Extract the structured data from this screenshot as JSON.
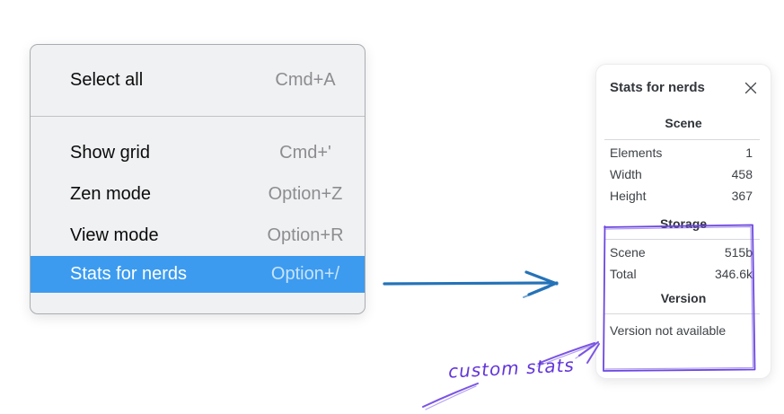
{
  "context_menu": {
    "items": [
      {
        "label": "Select all",
        "shortcut": "Cmd+A",
        "selected": false
      },
      {
        "label": "Show grid",
        "shortcut": "Cmd+'",
        "selected": false
      },
      {
        "label": "Zen mode",
        "shortcut": "Option+Z",
        "selected": false
      },
      {
        "label": "View mode",
        "shortcut": "Option+R",
        "selected": false
      },
      {
        "label": "Stats for nerds",
        "shortcut": "Option+/",
        "selected": true
      }
    ]
  },
  "stats_panel": {
    "title": "Stats for nerds",
    "close_icon": "x-icon",
    "sections": [
      {
        "heading": "Scene",
        "rows": [
          {
            "label": "Elements",
            "value": "1"
          },
          {
            "label": "Width",
            "value": "458"
          },
          {
            "label": "Height",
            "value": "367"
          }
        ]
      },
      {
        "heading": "Storage",
        "rows": [
          {
            "label": "Scene",
            "value": "515b"
          },
          {
            "label": "Total",
            "value": "346.6k"
          }
        ]
      },
      {
        "heading": "Version",
        "note": "Version not available"
      }
    ]
  },
  "annotation": {
    "label": "custom stats"
  },
  "colors": {
    "menu_highlight": "#3c9bef",
    "menu_background": "#f0f1f2",
    "blue_arrow": "#2573b8",
    "annotation_purple": "#6236d9",
    "purple_stroke": "#6c47e0"
  }
}
